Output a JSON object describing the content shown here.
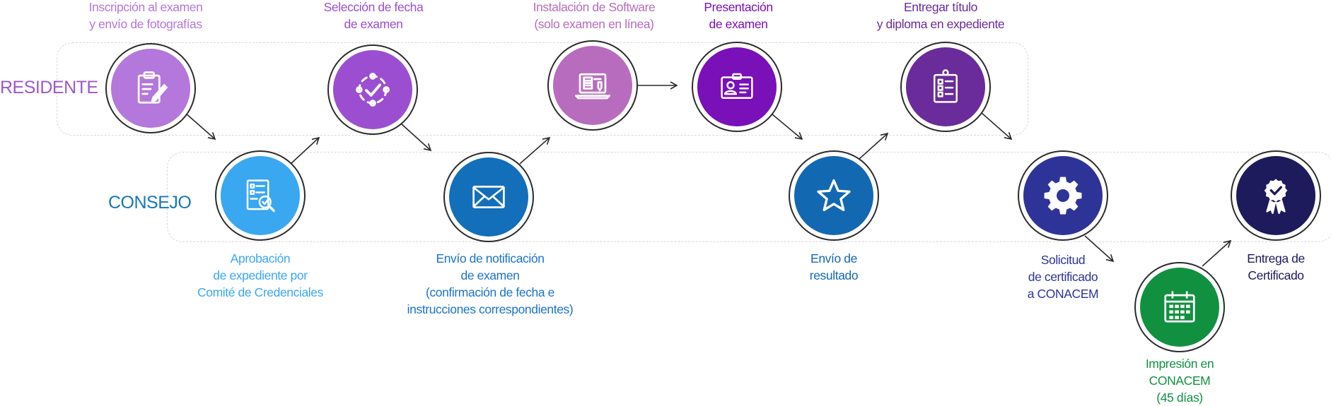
{
  "lanes": {
    "residente": "RESIDENTE",
    "consejo": "CONSEJO"
  },
  "colors": {
    "residente_label": "#9b59c9",
    "consejo_label": "#1678b6",
    "step1": "#b477db",
    "step2": "#9b4fd0",
    "step3": "#b86cbd",
    "step4": "#7a10b8",
    "step5": "#6a2c9a",
    "consejo1": "#3aa7f1",
    "consejo2": "#136fba",
    "consejo3": "#1368b2",
    "consejo4": "#2e3497",
    "conacem": "#119140",
    "final": "#1d1b5c"
  },
  "steps": {
    "inscripcion": {
      "line1": "Inscripción al examen",
      "line2": "y envío de fotografías",
      "icon": "clipboard-pen-icon"
    },
    "seleccion": {
      "line1": "Selección de fecha",
      "line2": "de examen",
      "icon": "circle-check-icon"
    },
    "instalacion": {
      "line1": "Instalación de Software",
      "line2": "(solo examen en línea)",
      "icon": "laptop-document-icon"
    },
    "presentacion": {
      "line1": "Presentación",
      "line2": "de examen",
      "icon": "id-card-icon"
    },
    "entregar_titulo": {
      "line1": "Entregar título",
      "line2": "y diploma en expediente",
      "icon": "checklist-clipboard-icon"
    },
    "aprobacion": {
      "line1": "Aprobación",
      "line2": "de expediente por",
      "line3": "Comité de Credenciales",
      "icon": "document-search-icon"
    },
    "notificacion": {
      "line1": "Envío de notificación",
      "line2": "de examen",
      "line3": "(confirmación de fecha e",
      "line4": "instrucciones correspondientes)",
      "icon": "envelope-icon"
    },
    "resultado": {
      "line1": "Envío de",
      "line2": "resultado",
      "icon": "star-icon"
    },
    "solicitud": {
      "line1": "Solicitud",
      "line2": "de certificado",
      "line3": "a CONACEM",
      "icon": "gear-icon"
    },
    "impresion": {
      "line1": "Impresión en",
      "line2": "CONACEM",
      "line3": "(45 días)",
      "icon": "calendar-icon"
    },
    "entrega_cert": {
      "line1": "Entrega de",
      "line2": "Certificado",
      "icon": "award-ribbon-icon"
    }
  }
}
